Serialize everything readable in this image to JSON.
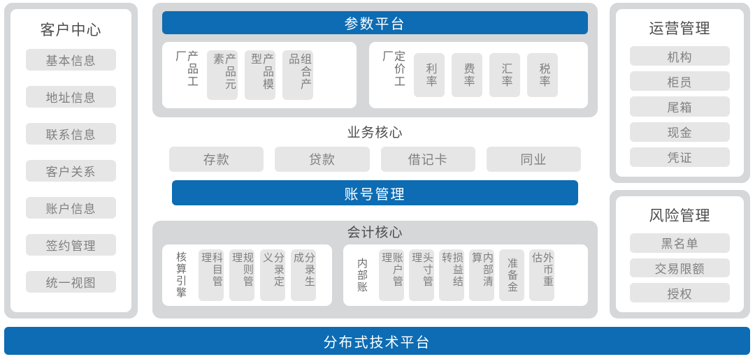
{
  "customer_center": {
    "title": "客户中心",
    "items": [
      "基本信息",
      "地址信息",
      "联系信息",
      "客户关系",
      "账户信息",
      "签约管理",
      "统一视图"
    ]
  },
  "parameter_platform": {
    "title": "参数平台",
    "product_factory": {
      "label": "产品工厂",
      "items": [
        "产品元素",
        "产品模型",
        "组合产品"
      ]
    },
    "pricing_factory": {
      "label": "定价工厂",
      "items": [
        "利率",
        "费率",
        "汇率",
        "税率"
      ]
    }
  },
  "business_core": {
    "title": "业务核心",
    "items": [
      "存款",
      "贷款",
      "借记卡",
      "同业"
    ],
    "account_management": "账号管理"
  },
  "accounting_core": {
    "title": "会计核心",
    "accounting_engine": {
      "label": "核算引擎",
      "items": [
        "科目管理",
        "规则管理",
        "分录定义",
        "分录生成"
      ]
    },
    "internal_account": {
      "label": "内部账",
      "items": [
        "账户管理",
        "头寸管理",
        "损益结转",
        "内部清算",
        "准备金",
        "外币重估"
      ]
    }
  },
  "operations_management": {
    "title": "运营管理",
    "items": [
      "机构",
      "柜员",
      "尾箱",
      "现金",
      "凭证"
    ]
  },
  "risk_management": {
    "title": "风险管理",
    "items": [
      "黑名单",
      "交易限额",
      "授权"
    ]
  },
  "bottom_platform": {
    "label": "分布式技术平台"
  },
  "colors": {
    "accent_blue": "#0d6cb3",
    "frame_gray": "#d5d7d9",
    "pill_gray": "#e6e6e6",
    "pill_text": "#7f7f7f",
    "title_text": "#4c4c4c"
  }
}
